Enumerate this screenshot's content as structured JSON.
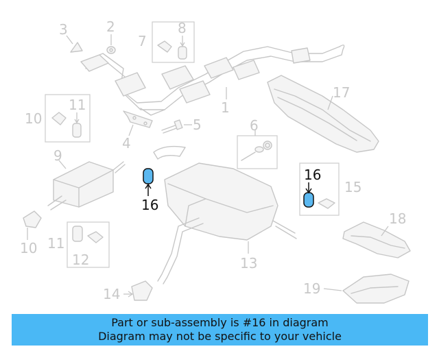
{
  "highlight_color": "#4ab8f5",
  "highlighted_part": "16",
  "callouts": {
    "c1": "1",
    "c2": "2",
    "c3": "3",
    "c4": "4",
    "c5": "5",
    "c6": "6",
    "c7": "7",
    "c8": "8",
    "c9": "9",
    "c10a": "10",
    "c10b": "10",
    "c11a": "11",
    "c11b": "11",
    "c12": "12",
    "c13": "13",
    "c14": "14",
    "c15": "15",
    "c16a": "16",
    "c16b": "16",
    "c17": "17",
    "c18": "18",
    "c19": "19"
  },
  "banner": {
    "line1": "Part or sub-assembly is #16 in diagram",
    "line2": "Diagram may not be specific to your vehicle"
  }
}
